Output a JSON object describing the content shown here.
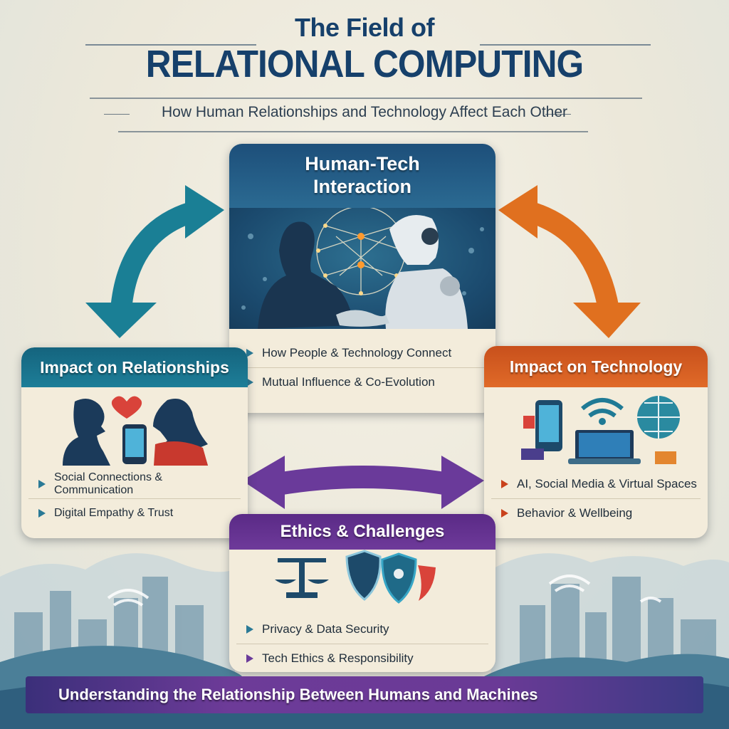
{
  "header": {
    "title_line1": "The Field of",
    "title_line2": "RELATIONAL COMPUTING",
    "subtitle": "How Human Relationships and Technology Affect Each Other"
  },
  "cards": {
    "center": {
      "title": "Human-Tech Interaction",
      "title_line1": "Human-Tech",
      "title_line2": "Interaction",
      "color": "#1d4f7a",
      "bullets": [
        "How People & Technology Connect",
        "Mutual Influence & Co-Evolution"
      ]
    },
    "left": {
      "title": "Impact on Relationships",
      "color": "#15647e",
      "bullets": [
        "Social Connections & Communication",
        "Digital Empathy & Trust"
      ]
    },
    "right": {
      "title": "Impact on Technology",
      "color": "#d35a20",
      "bullets": [
        "AI, Social Media & Virtual Spaces",
        "Behavior & Wellbeing"
      ]
    },
    "bottom": {
      "title": "Ethics & Challenges",
      "color": "#5f2f8c",
      "bullets": [
        "Privacy & Data Security",
        "Tech Ethics & Responsibility"
      ]
    }
  },
  "arrows": {
    "left_color": "#1a7f95",
    "right_color": "#e0701f",
    "middle_color": "#6a3a9a"
  },
  "footer": {
    "text": "Understanding the Relationship Between Humans and Machines"
  }
}
